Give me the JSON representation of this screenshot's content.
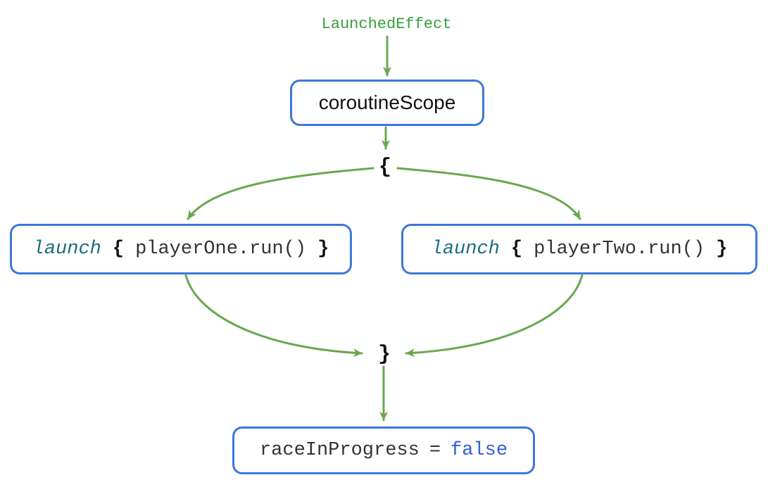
{
  "diagram": {
    "top_label": "LaunchedEffect",
    "scope_box": {
      "label": "coroutineScope"
    },
    "open_brace": "{",
    "close_brace": "}",
    "launch_boxes": [
      {
        "keyword": "launch",
        "open_brace": "{",
        "code": "playerOne.run()",
        "close_brace": "}"
      },
      {
        "keyword": "launch",
        "open_brace": "{",
        "code": "playerTwo.run()",
        "close_brace": "}"
      }
    ],
    "result_box": {
      "code": "raceInProgress",
      "operator": "=",
      "value": "false"
    },
    "colors": {
      "arrow_green": "#6aa84f",
      "label_green": "#34a139",
      "box_border_blue": "#3c78d8",
      "keyword_teal": "#1a6d80",
      "code_dark": "#333333",
      "value_blue": "#2f5fd6"
    }
  }
}
